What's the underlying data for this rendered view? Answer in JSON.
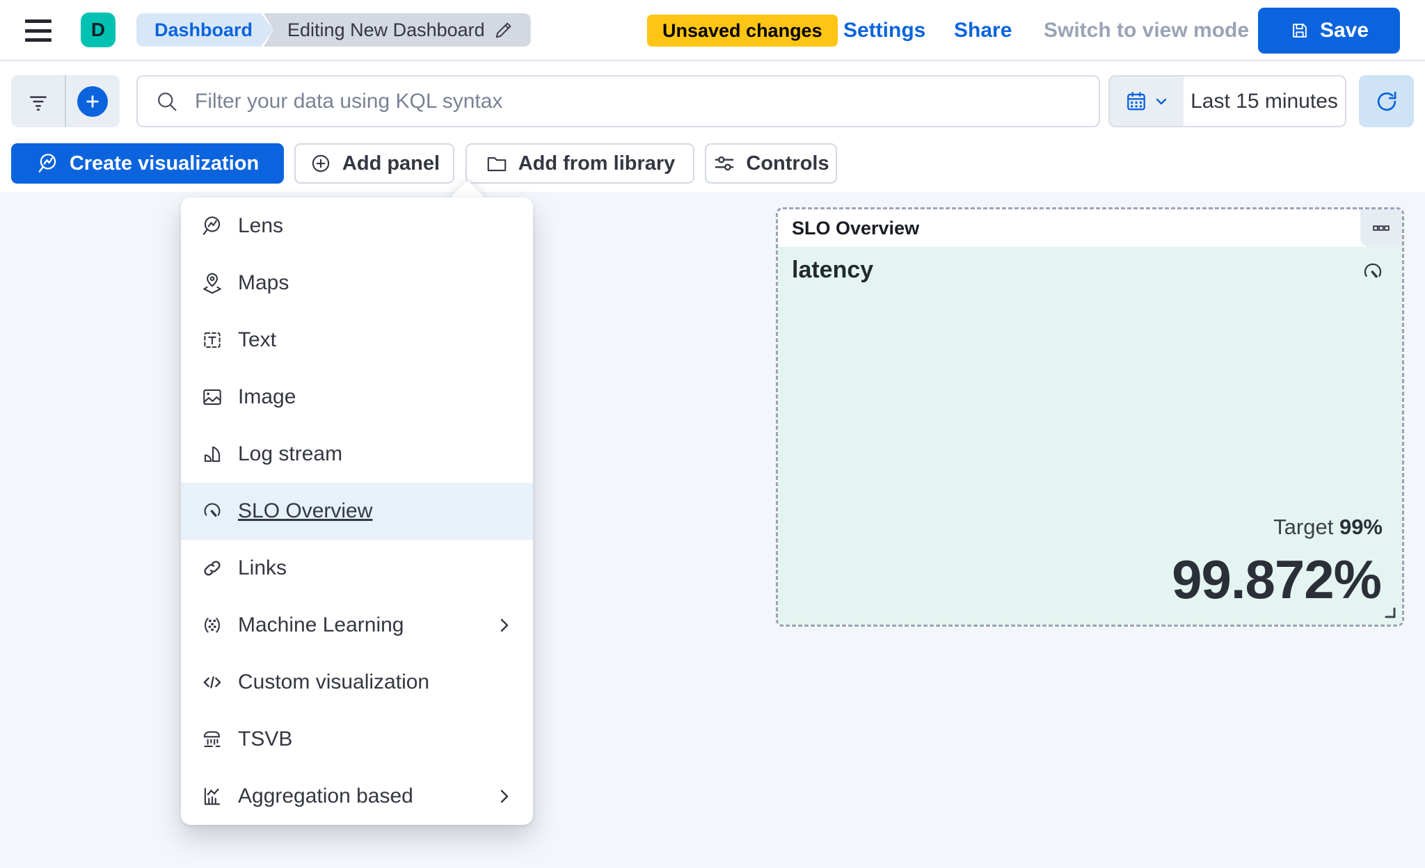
{
  "header": {
    "logo_letter": "D",
    "breadcrumbs": [
      {
        "label": "Dashboard"
      },
      {
        "label": "Editing New Dashboard"
      }
    ],
    "unsaved_badge": "Unsaved changes",
    "settings_label": "Settings",
    "share_label": "Share",
    "view_mode_label": "Switch to view mode",
    "save_label": "Save"
  },
  "filter_bar": {
    "search_placeholder": "Filter your data using KQL syntax",
    "time_range": "Last 15 minutes"
  },
  "toolbar": {
    "create_visualization_label": "Create visualization",
    "add_panel_label": "Add panel",
    "add_from_library_label": "Add from library",
    "controls_label": "Controls"
  },
  "add_panel_menu": {
    "items": [
      {
        "label": "Lens",
        "icon": "lens-icon",
        "highlighted": false,
        "submenu": false
      },
      {
        "label": "Maps",
        "icon": "maps-icon",
        "highlighted": false,
        "submenu": false
      },
      {
        "label": "Text",
        "icon": "text-icon",
        "highlighted": false,
        "submenu": false
      },
      {
        "label": "Image",
        "icon": "image-icon",
        "highlighted": false,
        "submenu": false
      },
      {
        "label": "Log stream",
        "icon": "log-stream-icon",
        "highlighted": false,
        "submenu": false
      },
      {
        "label": "SLO Overview",
        "icon": "gauge-icon",
        "highlighted": true,
        "submenu": false
      },
      {
        "label": "Links",
        "icon": "link-icon",
        "highlighted": false,
        "submenu": false
      },
      {
        "label": "Machine Learning",
        "icon": "machine-learning-icon",
        "highlighted": false,
        "submenu": true
      },
      {
        "label": "Custom visualization",
        "icon": "code-icon",
        "highlighted": false,
        "submenu": false
      },
      {
        "label": "TSVB",
        "icon": "tsvb-icon",
        "highlighted": false,
        "submenu": false
      },
      {
        "label": "Aggregation based",
        "icon": "aggregation-icon",
        "highlighted": false,
        "submenu": true
      }
    ]
  },
  "slo_panel": {
    "title": "SLO Overview",
    "metric_name": "latency",
    "target_label": "Target",
    "target_value": "99%",
    "value": "99.872%"
  },
  "colors": {
    "primary_blue": "#0b64dd",
    "teal_logo": "#00c2b3",
    "warning_badge": "#fec514",
    "panel_mint": "#e4f5f1",
    "text_dark": "#343741",
    "muted_gray": "#9aa3b5"
  }
}
